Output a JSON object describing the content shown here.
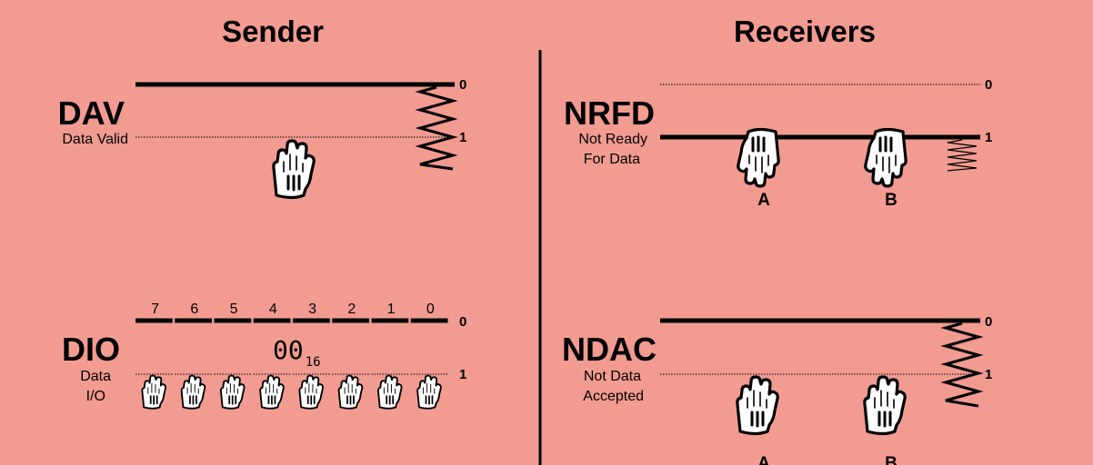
{
  "sender": {
    "title": "Sender",
    "dav": {
      "name": "DAV",
      "desc": "Data Valid",
      "level_high": "0",
      "level_low": "1"
    },
    "dio": {
      "name": "DIO",
      "desc_line1": "Data",
      "desc_line2": "I/O",
      "bits": [
        "7",
        "6",
        "5",
        "4",
        "3",
        "2",
        "1",
        "0"
      ],
      "value": "00",
      "value_base": "16",
      "level_high": "0",
      "level_low": "1"
    }
  },
  "receivers": {
    "title": "Receivers",
    "nrfd": {
      "name": "NRFD",
      "desc_line1": "Not Ready",
      "desc_line2": "For Data",
      "level_high": "0",
      "level_low": "1",
      "receiver_a": "A",
      "receiver_b": "B"
    },
    "ndac": {
      "name": "NDAC",
      "desc_line1": "Not Data",
      "desc_line2": "Accepted",
      "level_high": "0",
      "level_low": "1",
      "receiver_a": "A",
      "receiver_b": "B"
    }
  },
  "colors": {
    "background": "#f29b91",
    "ink": "#000000",
    "glove": "#ffffff"
  }
}
